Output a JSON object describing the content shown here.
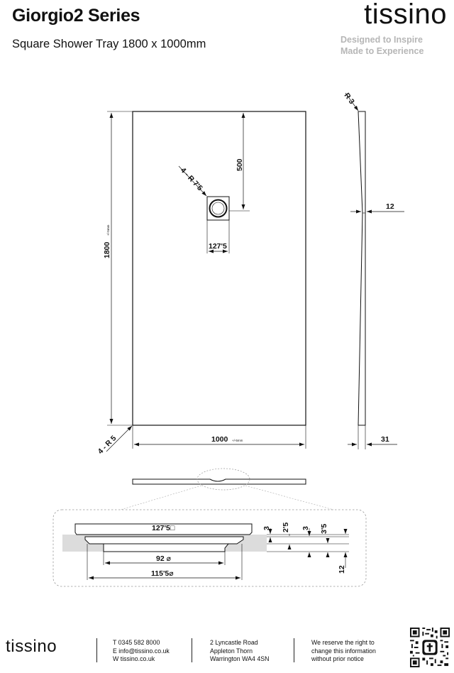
{
  "header": {
    "title": "Giorgio2 Series",
    "subtitle": "Square Shower Tray 1800 x 1000mm",
    "brand": "tissino",
    "tagline_1": "Designed to Inspire",
    "tagline_2": "Made to Experience"
  },
  "plan": {
    "length_label": "1800",
    "length_tolerance": "+/-5mm",
    "width_label": "1000",
    "width_tolerance": "+/-5mm",
    "waste_offset_label": "500",
    "waste_size_label": "127'5",
    "waste_radius_label": "4 - R 7'5",
    "corner_radius_label": "4 - R 5"
  },
  "side": {
    "top_radius_label": "R 3",
    "fall_label": "12",
    "thickness_label": "31"
  },
  "detail": {
    "grate_label": "127'5□",
    "body_dia_label": "92 ⌀",
    "flange_dia_label": "115'5⌀",
    "dim_a": "3",
    "dim_b": "2'5",
    "dim_c": "3",
    "dim_d": "3'5",
    "dim_e": "12"
  },
  "footer": {
    "brand": "tissino",
    "phone": "T 0345 582 8000",
    "email": "E info@tissino.co.uk",
    "web": "W tissino.co.uk",
    "address_1": "2 Lyncastle Road",
    "address_2": "Appleton Thorn",
    "address_3": "Warrington WA4 4SN",
    "notice_1": "We reserve the right to",
    "notice_2": "change this information",
    "notice_3": "without prior notice"
  }
}
